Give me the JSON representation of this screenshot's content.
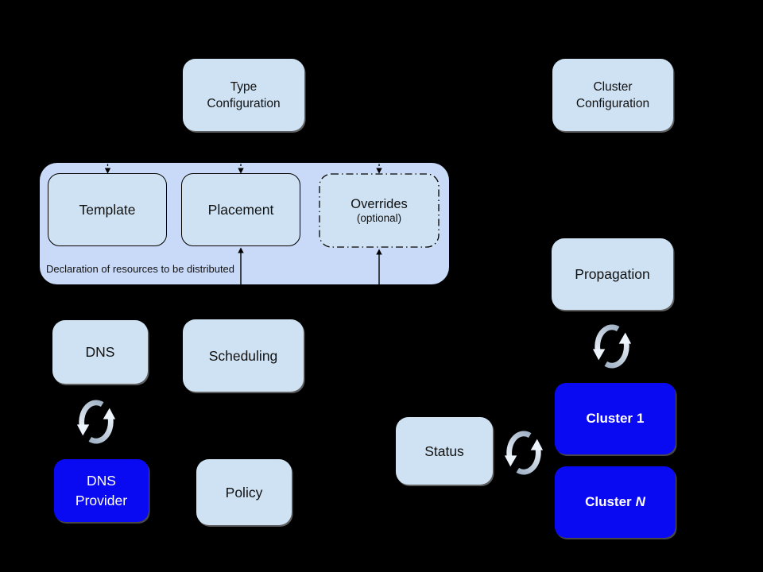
{
  "diagram": {
    "name": "Federation architecture diagram",
    "colors": {
      "background": "#000000",
      "box_light_blue": "#cfe2f3",
      "container_blue": "#c9daf8",
      "box_bright_blue": "#0a0af2",
      "text_dark": "#111111",
      "text_light": "#ffffff",
      "sync_icon_tail": "#9fb1c5",
      "sync_icon_head": "#eef4fb"
    },
    "icons": {
      "sync_cycle": "sync-cycle-icon"
    },
    "nodes": {
      "type_configuration": {
        "label": "Type\nConfiguration"
      },
      "cluster_configuration": {
        "label": "Cluster\nConfiguration"
      },
      "template": {
        "label": "Template"
      },
      "placement": {
        "label": "Placement"
      },
      "overrides": {
        "label": "Overrides",
        "sublabel": "(optional)"
      },
      "declaration_note": {
        "label": "Declaration of resources to be distributed"
      },
      "dns": {
        "label": "DNS"
      },
      "scheduling": {
        "label": "Scheduling"
      },
      "dns_provider": {
        "label": "DNS\nProvider"
      },
      "policy": {
        "label": "Policy"
      },
      "propagation": {
        "label": "Propagation"
      },
      "cluster_1": {
        "prefix": "Cluster",
        "suffix": "1"
      },
      "cluster_n": {
        "prefix": "Cluster",
        "suffix": "N"
      },
      "status": {
        "label": "Status"
      }
    }
  }
}
